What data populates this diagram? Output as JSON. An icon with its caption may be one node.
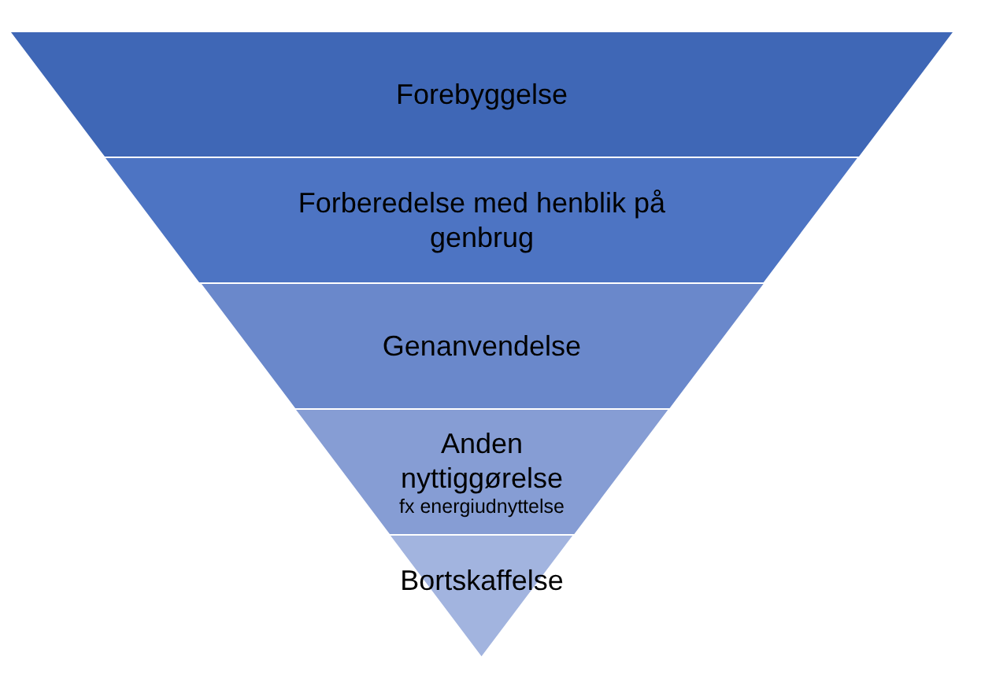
{
  "diagram": {
    "nodes": [
      {
        "text": [
          "Forebyggelse"
        ]
      },
      {
        "text": [
          "Forberedelse med henblik på genbrug"
        ]
      },
      {
        "text": [
          "Genanvendelse"
        ]
      },
      {
        "text": [
          "Anden nyttiggørelse",
          "fx energiudnyttelse"
        ]
      },
      {
        "text": [
          "Bortskaffelse"
        ]
      }
    ]
  }
}
